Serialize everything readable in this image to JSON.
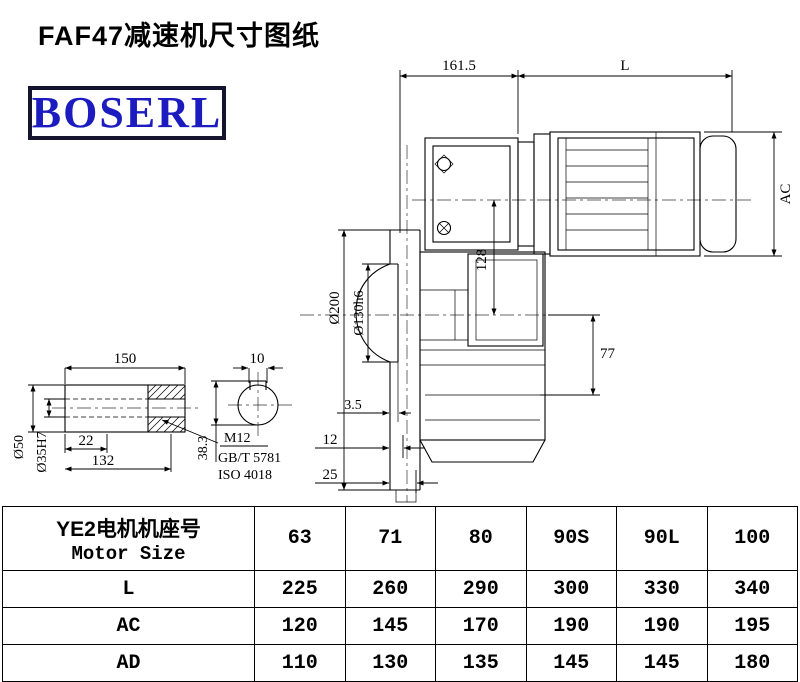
{
  "page": {
    "title": "FAF47减速机尺寸图纸",
    "logo": "BOSERL"
  },
  "drawing": {
    "labels": {
      "dim161": "161.5",
      "dimL": "L",
      "dimAC": "AC",
      "dia200": "Ø200",
      "dia130": "Ø130h6",
      "dim128": "128",
      "dim77": "77",
      "dim3_5": "3.5",
      "dim12": "12",
      "dim25": "25",
      "dim150": "150",
      "dim10": "10",
      "dia50": "Ø50",
      "dia35": "Ø35H7",
      "dim22": "22",
      "dim132": "132",
      "dim38_3": "38.3",
      "noteM12": "M12",
      "noteGB": "GB/T 5781",
      "noteISO": "ISO 4018"
    }
  },
  "table": {
    "row_header_line1": "YE2电机机座号",
    "row_header_line2": "Motor Size",
    "columns": [
      "63",
      "71",
      "80",
      "90S",
      "90L",
      "100"
    ],
    "rows": [
      {
        "label": "L",
        "values": [
          "225",
          "260",
          "290",
          "300",
          "330",
          "340"
        ]
      },
      {
        "label": "AC",
        "values": [
          "120",
          "145",
          "170",
          "190",
          "190",
          "195"
        ]
      },
      {
        "label": "AD",
        "values": [
          "110",
          "130",
          "135",
          "145",
          "145",
          "180"
        ]
      }
    ]
  }
}
